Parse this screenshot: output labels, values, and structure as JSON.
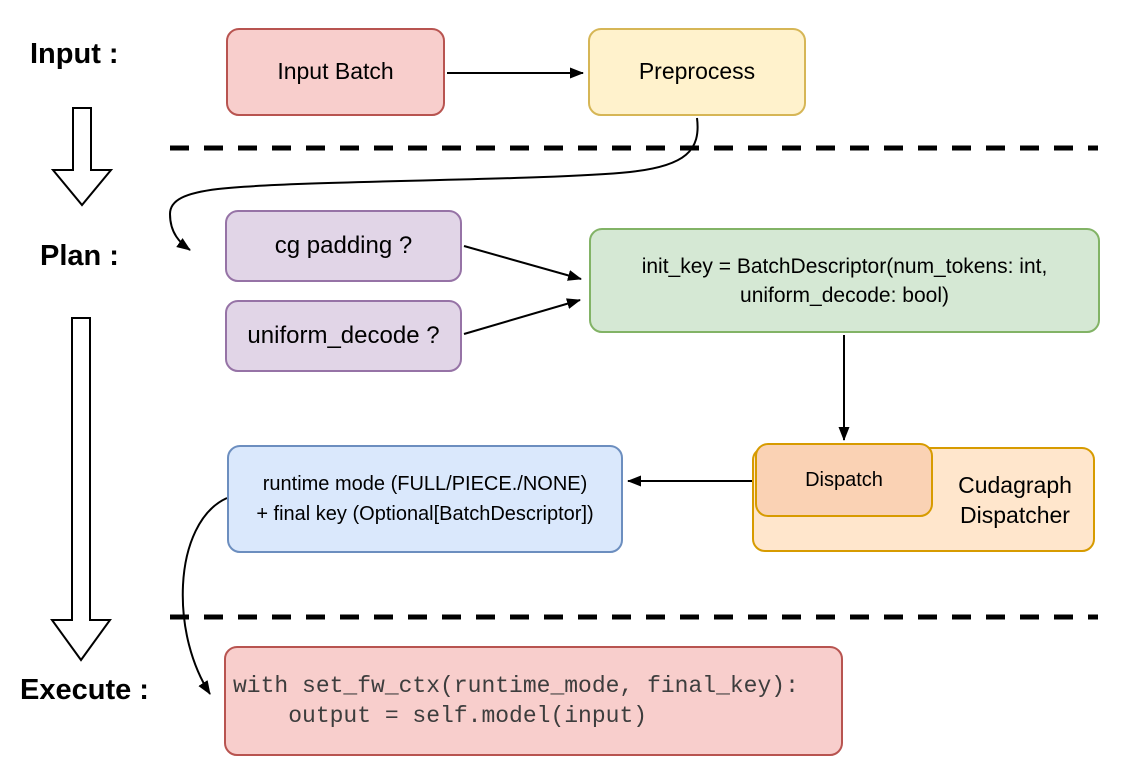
{
  "diagram": {
    "description": "Cudagraph dispatch flow diagram with Input, Plan and Execute stages"
  },
  "stage_labels": {
    "input": "Input :",
    "plan": "Plan :",
    "execute": "Execute :"
  },
  "nodes": {
    "input_batch": {
      "label": "Input Batch",
      "fill": "#f8cecc",
      "stroke": "#b85450"
    },
    "preprocess": {
      "label": "Preprocess",
      "fill": "#fff2cc",
      "stroke": "#d6b656"
    },
    "cg_padding": {
      "label": "cg padding ?",
      "fill": "#e1d5e7",
      "stroke": "#9673a6"
    },
    "uniform_decode": {
      "label": "uniform_decode ?",
      "fill": "#e1d5e7",
      "stroke": "#9673a6"
    },
    "init_key": {
      "line1": "init_key = BatchDescriptor(num_tokens: int,",
      "line2": "uniform_decode: bool)",
      "fill": "#d5e8d4",
      "stroke": "#82b366"
    },
    "dispatch": {
      "label": "Dispatch",
      "fill": "#fad2b4",
      "stroke": "#d79b00"
    },
    "cudagraph_dispatcher": {
      "line1": "Cudagraph",
      "line2": "Dispatcher",
      "fill": "#ffe6cc",
      "stroke": "#d79b00"
    },
    "runtime_mode": {
      "line1": "runtime mode (FULL/PIECE./NONE)",
      "line2": "+ final key (Optional[BatchDescriptor])",
      "fill": "#dae8fc",
      "stroke": "#6c8ebf"
    },
    "execute_code": {
      "line1": "with set_fw_ctx(runtime_mode, final_key):",
      "line2": "    output = self.model(input)",
      "fill": "#f8cecc",
      "stroke": "#b85450"
    }
  },
  "edge_color": "#000000"
}
